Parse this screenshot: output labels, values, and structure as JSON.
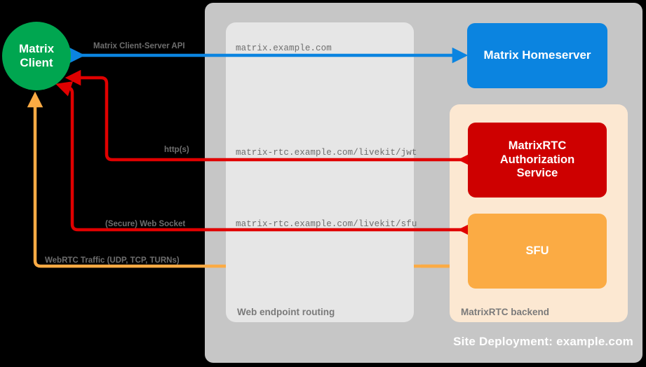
{
  "diagram": {
    "title": "Site Deployment: example.com",
    "client": {
      "label": "Matrix\nClient",
      "line1": "Matrix",
      "line2": "Client",
      "color": "#00a650"
    },
    "containers": [
      {
        "name": "site",
        "label": "Site Deployment: example.com",
        "color": "#c6c6c6"
      },
      {
        "name": "routing",
        "label": "Web endpoint routing",
        "color": "#e6e6e6"
      },
      {
        "name": "backend",
        "label": "MatrixRTC backend",
        "color": "#fce8d2"
      }
    ],
    "nodes": [
      {
        "name": "homeserver",
        "label": "Matrix Homeserver",
        "color": "#0b84e0"
      },
      {
        "name": "authorization-service",
        "line1": "MatrixRTC",
        "line2": "Authorization",
        "line3": "Service",
        "color": "#ce0000"
      },
      {
        "name": "sfu",
        "label": "SFU",
        "color": "#fbab44"
      }
    ],
    "endpoints": [
      {
        "name": "homeserver-endpoint",
        "url": "matrix.example.com"
      },
      {
        "name": "jwt-endpoint",
        "url": "matrix-rtc.example.com/livekit/jwt"
      },
      {
        "name": "sfu-endpoint",
        "url": "matrix-rtc.example.com/livekit/sfu"
      }
    ],
    "connections": [
      {
        "name": "matrix-client-server-api",
        "label": "Matrix Client-Server API",
        "color": "#0b84e0"
      },
      {
        "name": "https-connection",
        "label": "http(s)",
        "color": "#e00000"
      },
      {
        "name": "secure-web-socket",
        "label": "(Secure) Web Socket",
        "color": "#e00000"
      },
      {
        "name": "webrtc-traffic",
        "label": "WebRTC Traffic (UDP, TCP, TURNs)",
        "color": "#fbab44"
      }
    ]
  }
}
